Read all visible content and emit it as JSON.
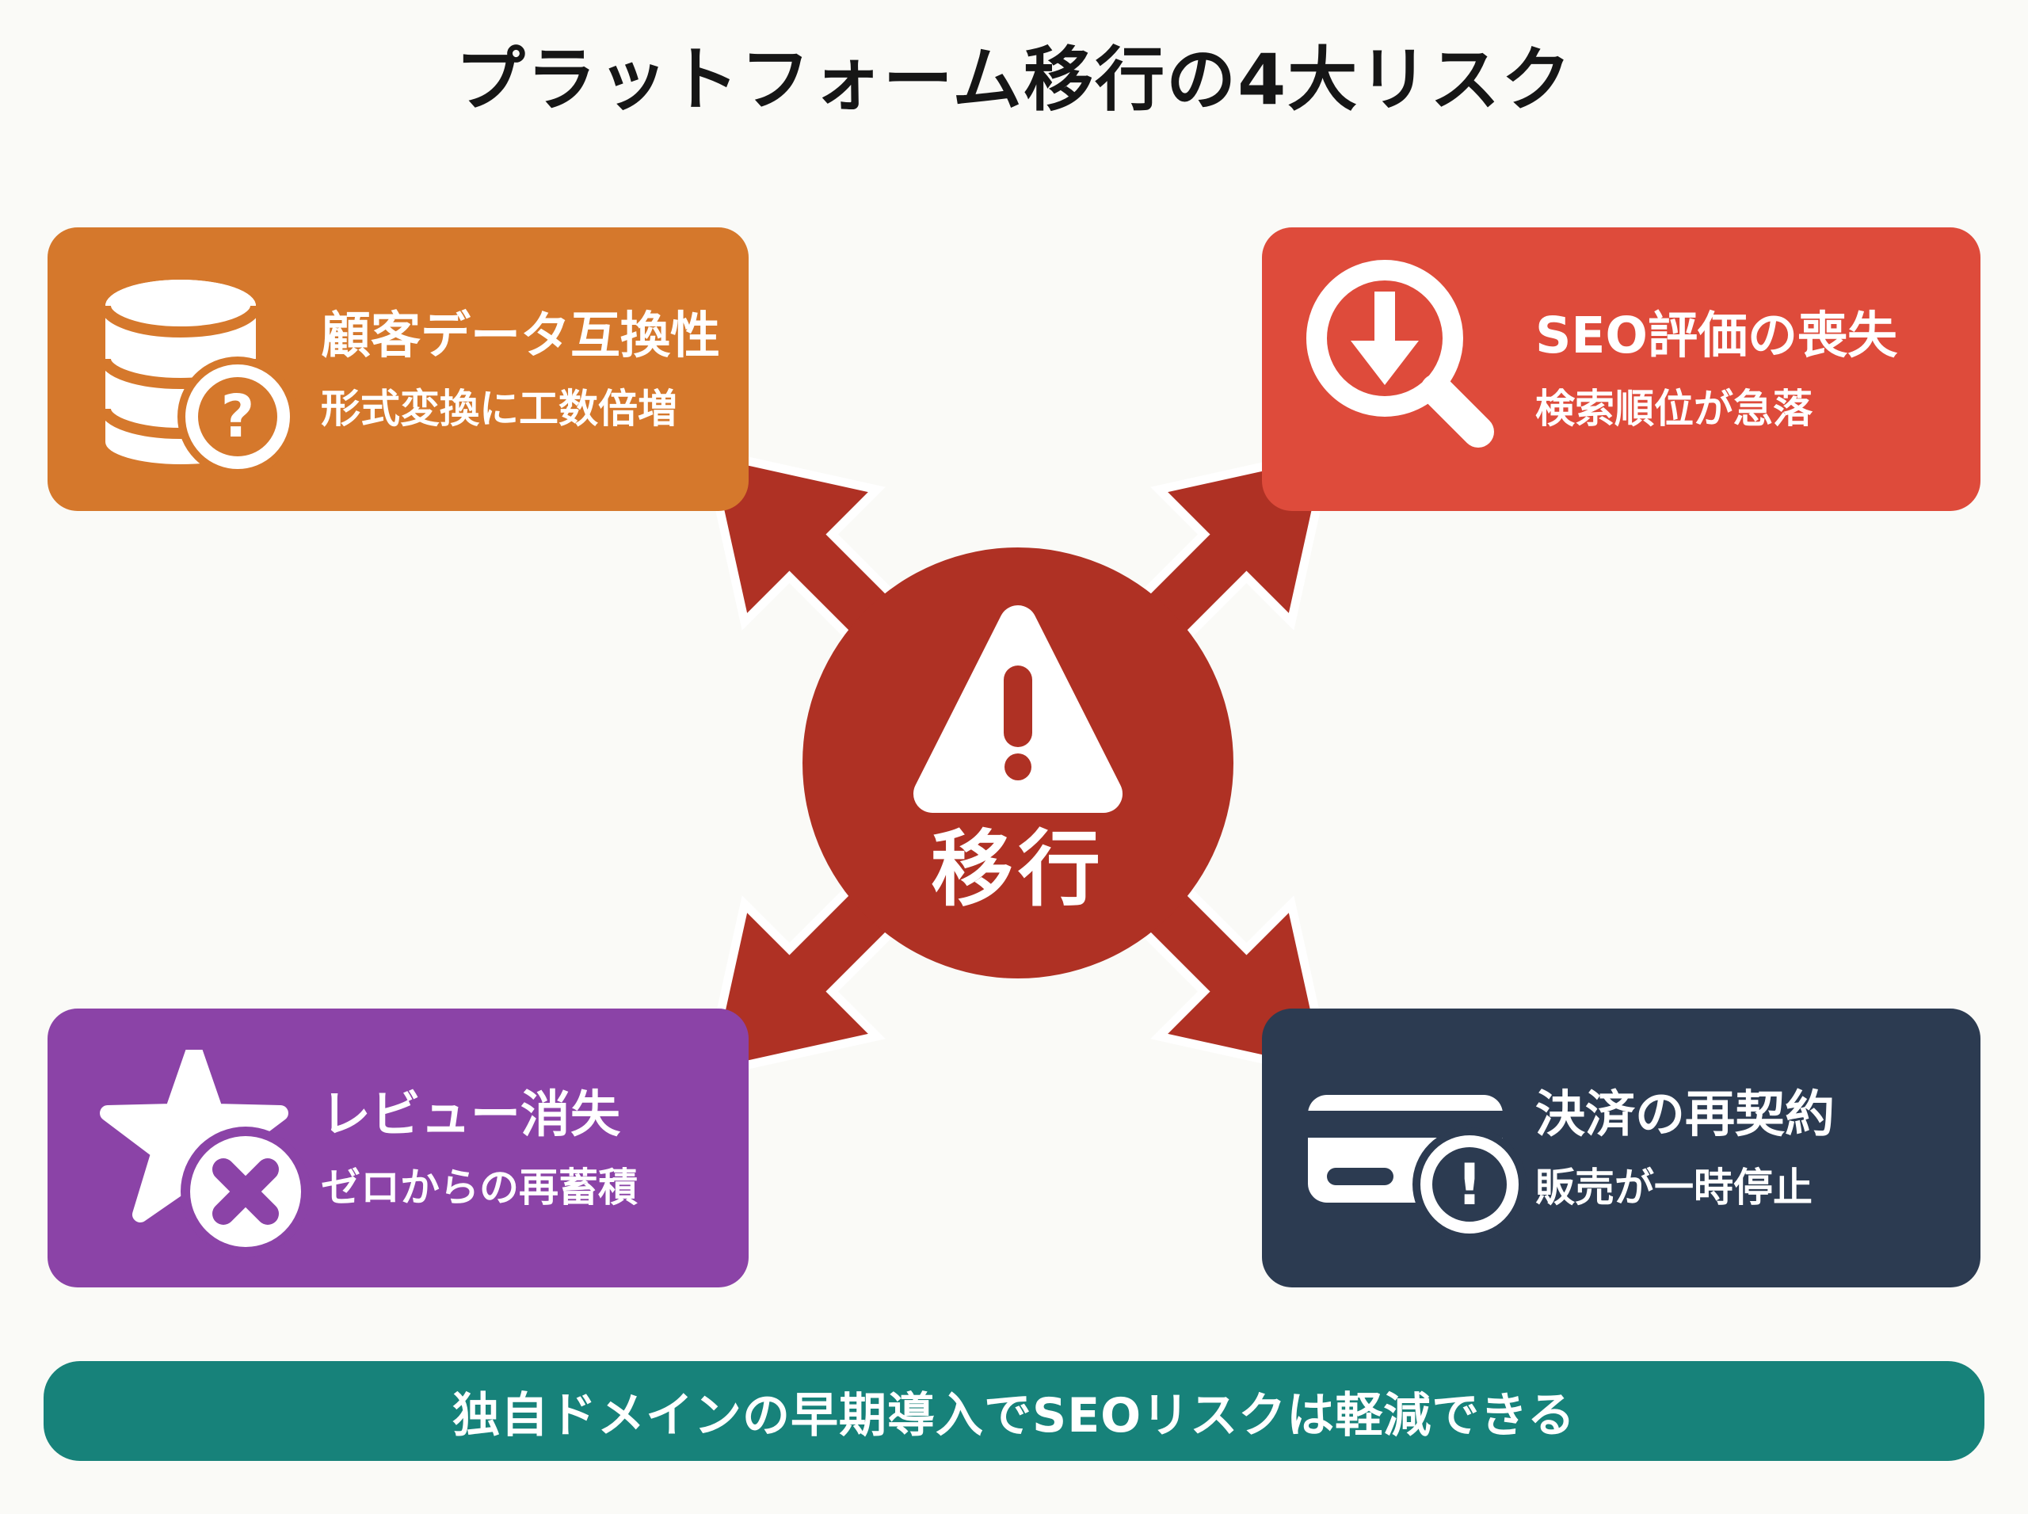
{
  "title": "プラットフォーム移行の4大リスク",
  "center": {
    "label": "移行",
    "icon": "warning-triangle-icon"
  },
  "risks": [
    {
      "position": "top-left",
      "title": "顧客データ互換性",
      "subtitle": "形式変換に工数倍増",
      "icon": "database-icon",
      "badge": "?"
    },
    {
      "position": "top-right",
      "title": "SEO評価の喪失",
      "subtitle": "検索順位が急落",
      "icon": "magnifier-down-arrow-icon",
      "badge": ""
    },
    {
      "position": "bottom-left",
      "title": "レビュー消失",
      "subtitle": "ゼロからの再蓄積",
      "icon": "star-icon",
      "badge": "✕"
    },
    {
      "position": "bottom-right",
      "title": "決済の再契約",
      "subtitle": "販売が一時停止",
      "icon": "credit-card-icon",
      "badge": "!"
    }
  ],
  "banner": {
    "text": "独自ドメインの早期導入でSEOリスクは軽減できる"
  },
  "colors": {
    "bg": "#FAFAF7",
    "title_text": "#161616",
    "card_orange": "#D5782C",
    "card_red": "#DE4B3B",
    "card_purple": "#8B43A7",
    "card_navy": "#2C3B51",
    "center_red": "#AF3124",
    "banner_teal": "#17827A",
    "text_white": "#FFFFFF"
  }
}
